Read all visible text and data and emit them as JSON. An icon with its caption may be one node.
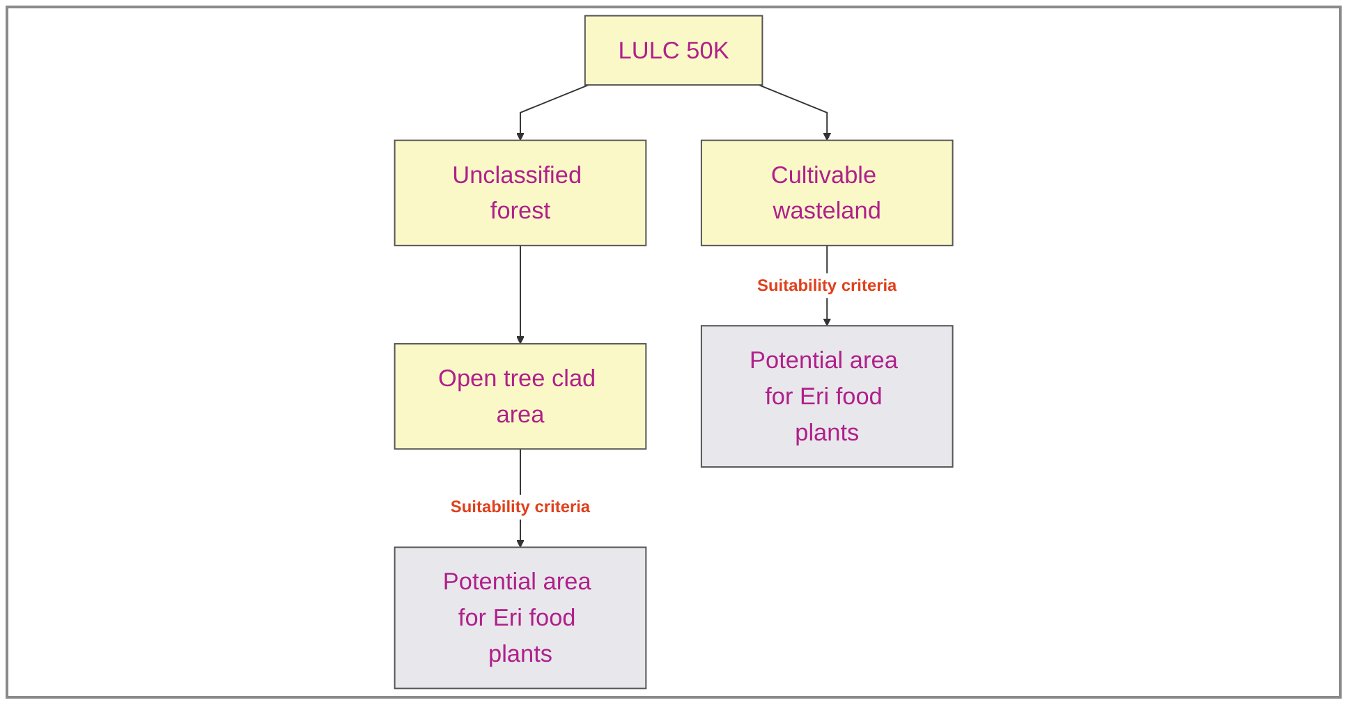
{
  "diagram": {
    "nodes": [
      {
        "text": [
          "LULC 50K"
        ]
      },
      {
        "text": [
          "Unclassified forest"
        ]
      },
      {
        "text": [
          "Cultivable wasteland"
        ]
      },
      {
        "text": [
          "Open tree clad area"
        ]
      },
      {
        "text": [
          "Potential area for Eri food plants"
        ]
      },
      {
        "text": [
          "Potential area for Eri food plants"
        ]
      }
    ],
    "edges": [
      {
        "from": 0,
        "to": 1,
        "arrow": "to"
      },
      {
        "from": 0,
        "to": 2,
        "arrow": "to"
      },
      {
        "from": 1,
        "to": 3,
        "arrow": "to"
      },
      {
        "from": 3,
        "to": 4,
        "arrow": "to",
        "label": "Suitability criteria"
      },
      {
        "from": 2,
        "to": 5,
        "arrow": "to",
        "label": "Suitability criteria"
      }
    ]
  }
}
